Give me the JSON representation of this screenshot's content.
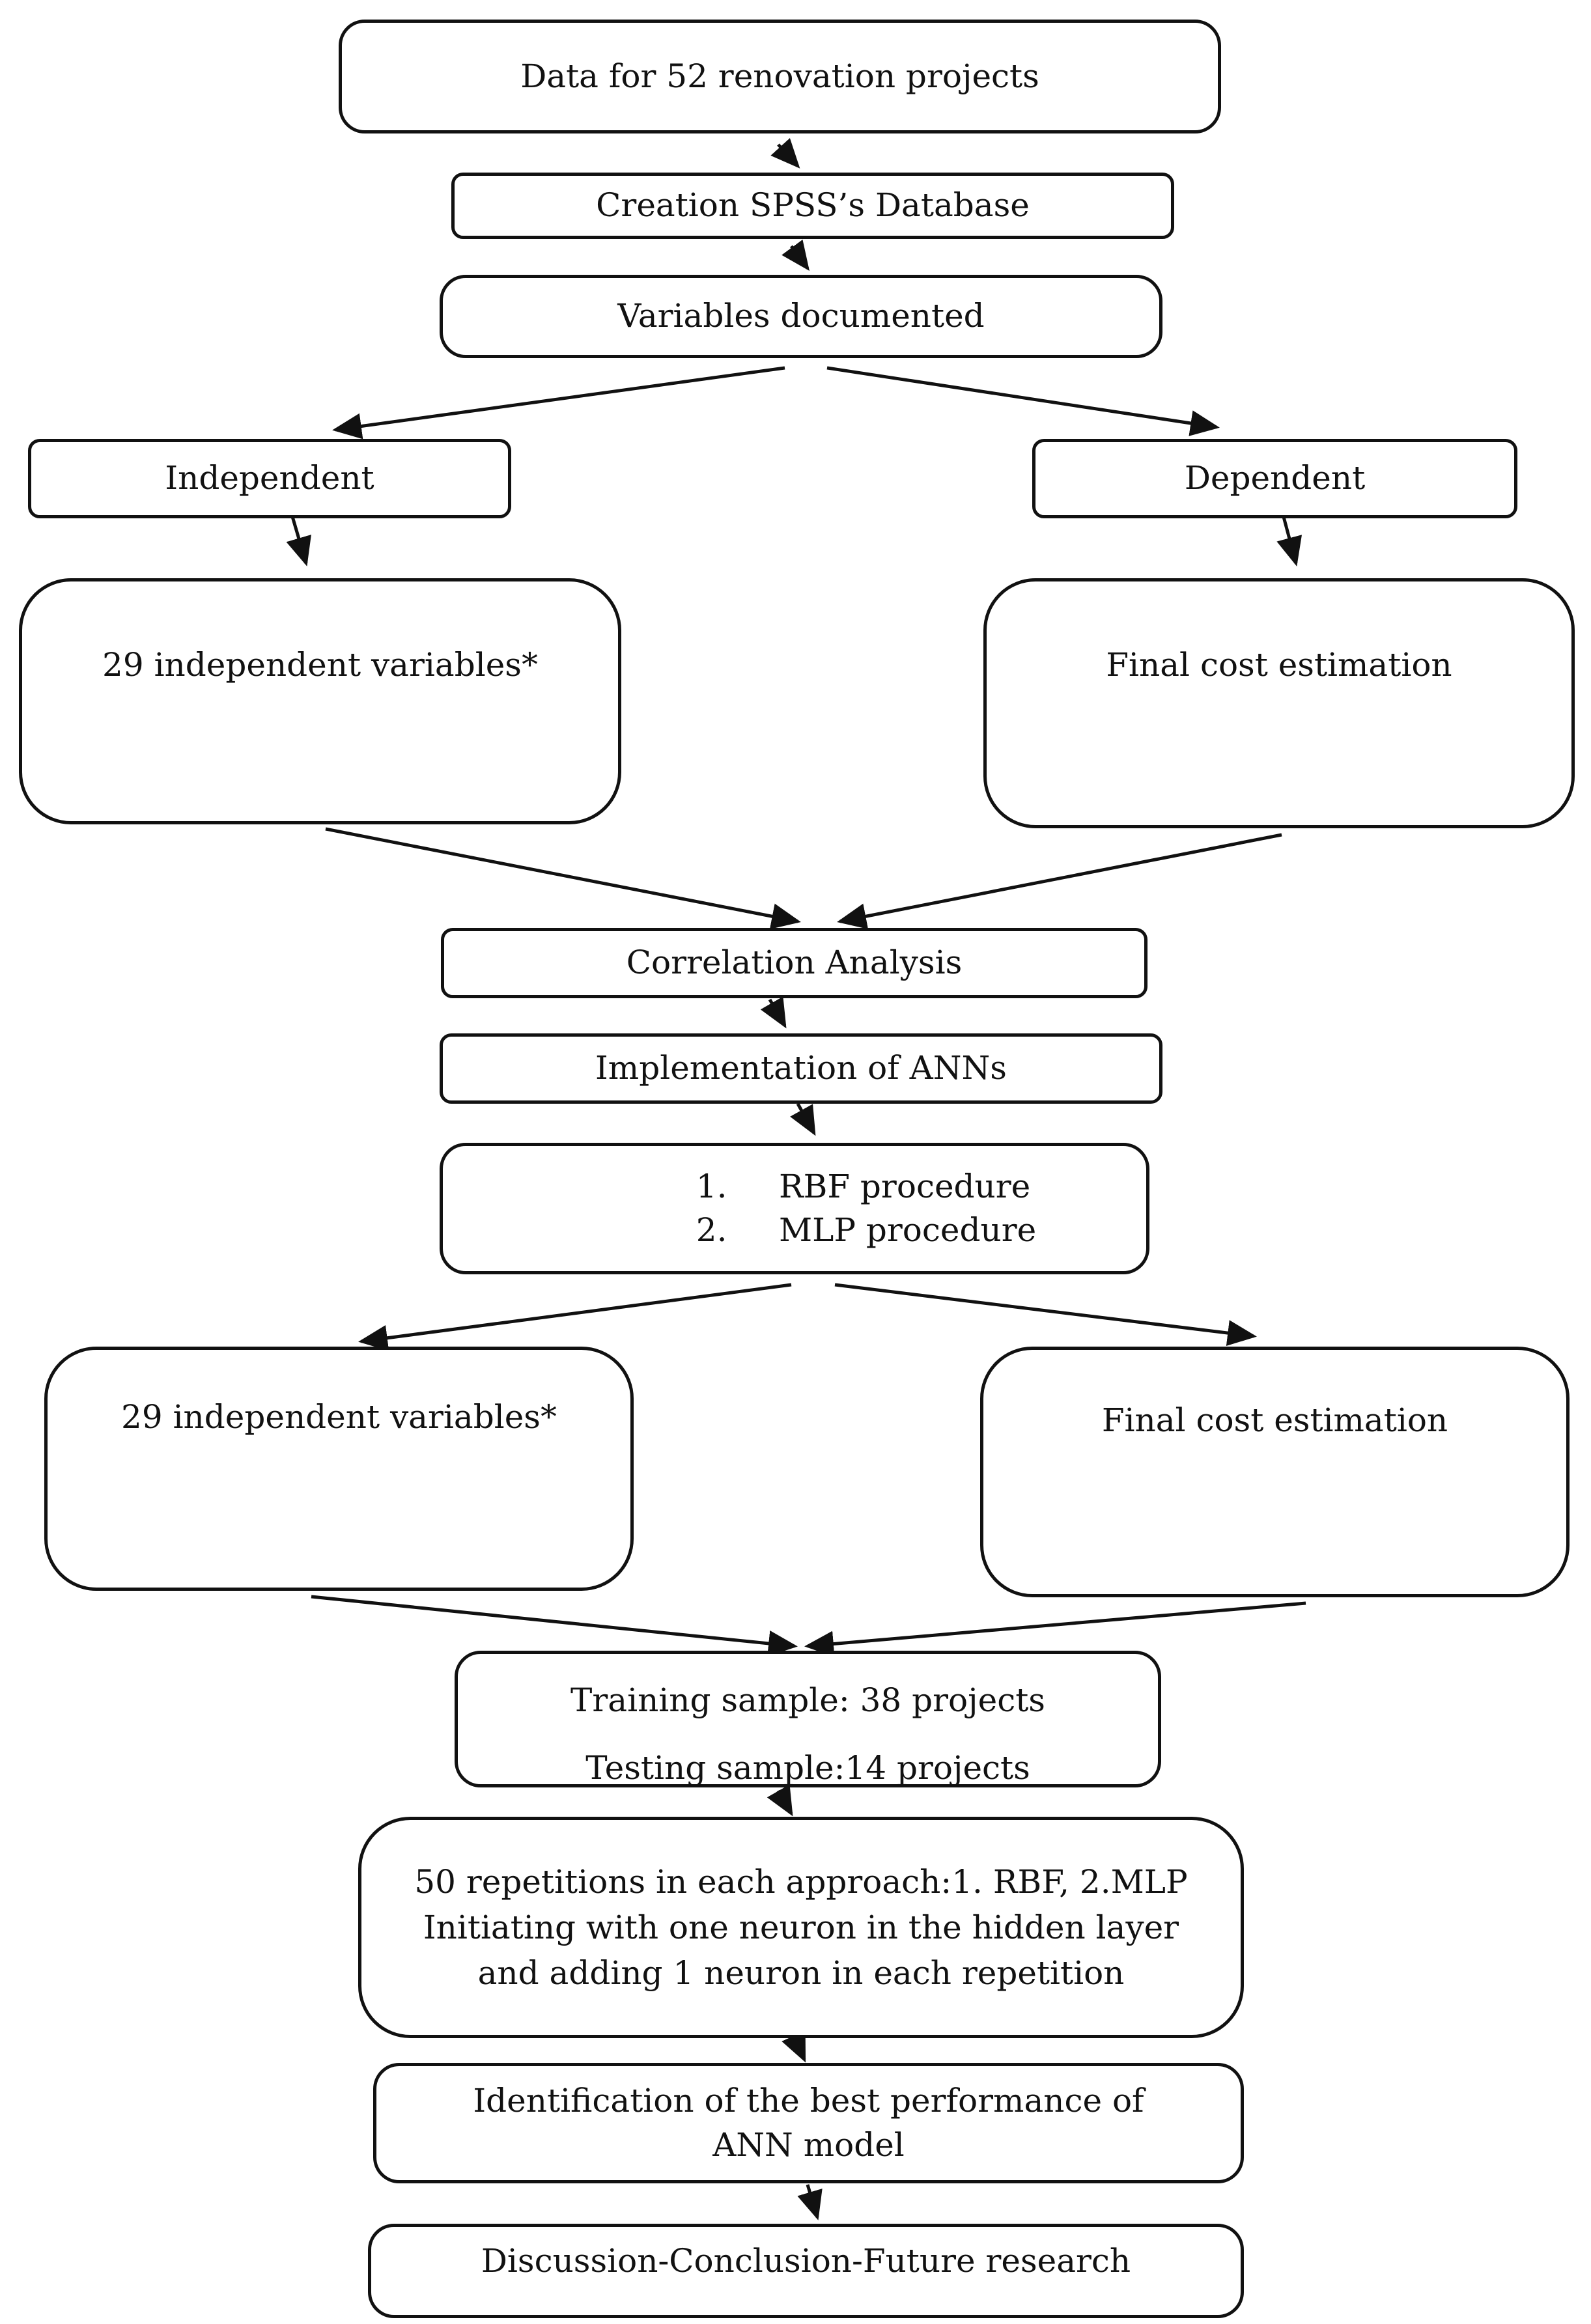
{
  "flowchart": {
    "data_projects": "Data for 52 renovation projects",
    "spss_database": "Creation SPSS’s Database",
    "variables_documented": "Variables documented",
    "independent": "Independent",
    "dependent": "Dependent",
    "independent_variables_1": "29 independent variables*",
    "final_cost_1": "Final cost estimation",
    "correlation_analysis": "Correlation Analysis",
    "implementation_anns": "Implementation of ANNs",
    "procedures": [
      "1.     RBF procedure",
      "2.     MLP procedure"
    ],
    "independent_variables_2": "29 independent variables*",
    "final_cost_2": "Final cost estimation",
    "training_sample": "Training sample: 38 projects",
    "testing_sample": "Testing sample:14 projects",
    "repetitions": "50 repetitions in each approach:1. RBF, 2.MLP Initiating with one neuron in the hidden layer and adding 1 neuron in each repetition",
    "best_performance": "Identification of the best performance of ANN model",
    "discussion": "Discussion-Conclusion-Future research"
  },
  "colors": {
    "stroke": "#111111",
    "background": "#ffffff"
  }
}
